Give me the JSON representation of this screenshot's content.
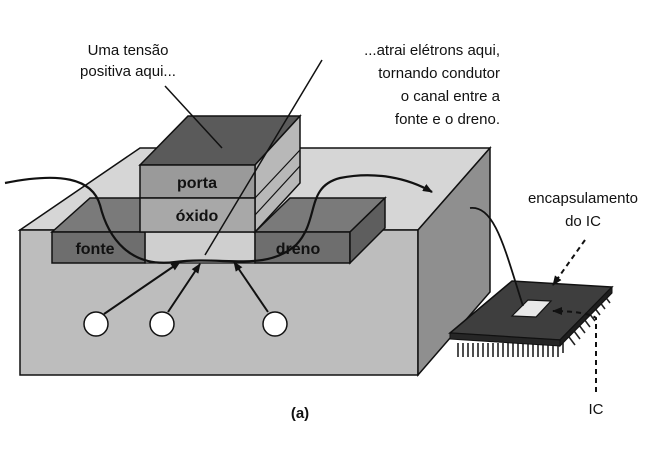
{
  "annotations": {
    "voltage_line1": "Uma tensão",
    "voltage_line2": "positiva aqui...",
    "electrons_line1": "...atrai elétrons aqui,",
    "electrons_line2": "tornando condutor",
    "electrons_line3": "o canal entre a",
    "electrons_line4": "fonte e o dreno."
  },
  "parts": {
    "gate": "porta",
    "oxide": "óxido",
    "source": "fonte",
    "drain": "dreno"
  },
  "package": {
    "label_line1": "encapsulamento",
    "label_line2": "do IC",
    "ic_label": "IC"
  },
  "caption": "(a)",
  "colors": {
    "substrate_front": "#bdbdbd",
    "substrate_top": "#d6d6d6",
    "substrate_side": "#8f8f8f",
    "electrode": "#6e6e6e",
    "gate_top": "#5a5a5a",
    "layer_front": "#9a9a9a",
    "outline": "#111111"
  }
}
